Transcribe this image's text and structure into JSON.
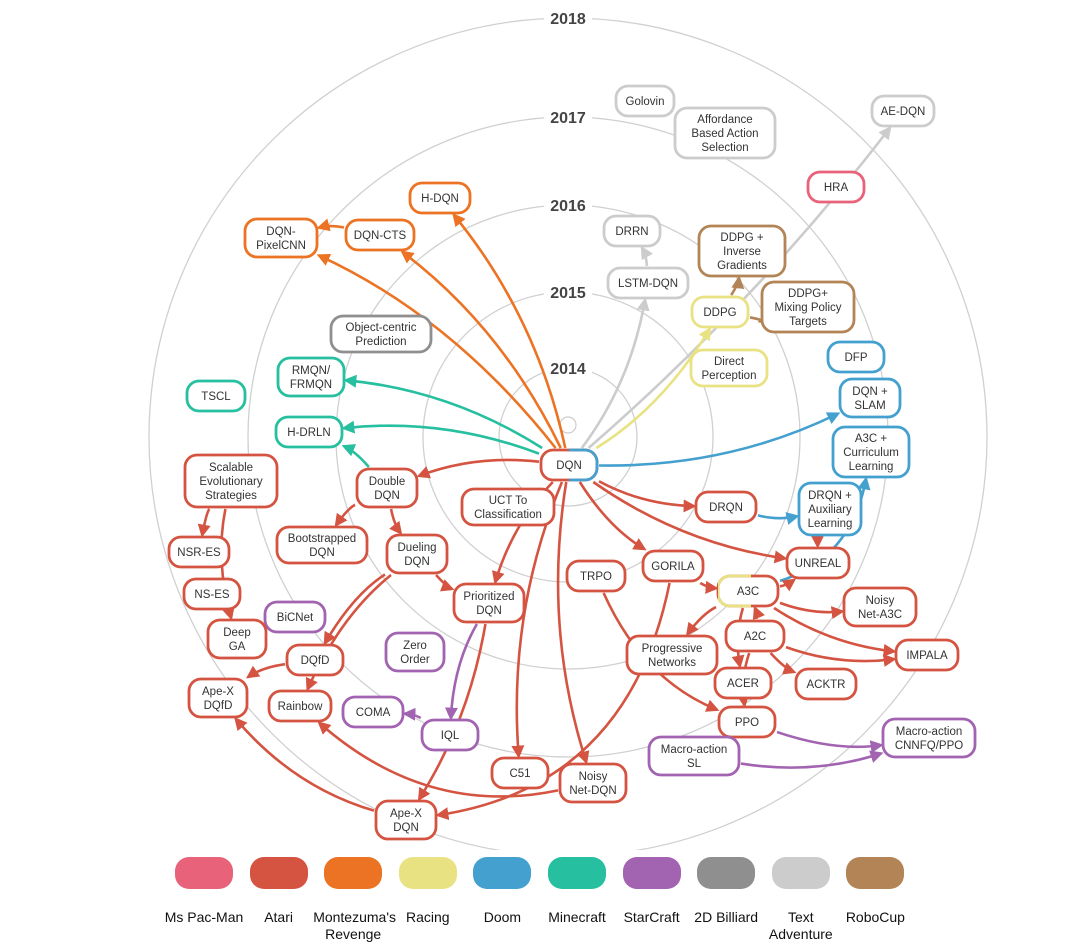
{
  "years": [
    "2014",
    "2015",
    "2016",
    "2017",
    "2018"
  ],
  "legend": [
    {
      "key": "mspacman",
      "label": "Ms Pac-Man",
      "color": "#e8637a"
    },
    {
      "key": "atari",
      "label": "Atari",
      "color": "#d45441"
    },
    {
      "key": "montezuma",
      "label": "Montezuma's Revenge",
      "color": "#ec7323"
    },
    {
      "key": "racing",
      "label": "Racing",
      "color": "#e9e283"
    },
    {
      "key": "doom",
      "label": "Doom",
      "color": "#44a0cf"
    },
    {
      "key": "minecraft",
      "label": "Minecraft",
      "color": "#26bf9f"
    },
    {
      "key": "starcraft",
      "label": "StarCraft",
      "color": "#a263b1"
    },
    {
      "key": "billiard",
      "label": "2D Billiard",
      "color": "#8f8f8f"
    },
    {
      "key": "text",
      "label": "Text Adventure",
      "color": "#cccccc"
    },
    {
      "key": "robocup",
      "label": "RoboCup",
      "color": "#b38456"
    }
  ],
  "nodes": [
    {
      "id": "golovin",
      "label": "Golovin",
      "cat": "text"
    },
    {
      "id": "affordance",
      "label": "Affordance|Based Action|Selection",
      "cat": "text"
    },
    {
      "id": "aedqn",
      "label": "AE-DQN",
      "cat": "text"
    },
    {
      "id": "hra",
      "label": "HRA",
      "cat": "mspacman"
    },
    {
      "id": "hdqn",
      "label": "H-DQN",
      "cat": "montezuma"
    },
    {
      "id": "dqncts",
      "label": "DQN-CTS",
      "cat": "montezuma"
    },
    {
      "id": "dqnpixel",
      "label": "DQN-|PixelCNN",
      "cat": "montezuma"
    },
    {
      "id": "drrn",
      "label": "DRRN",
      "cat": "text"
    },
    {
      "id": "lstmdqn",
      "label": "LSTM-DQN",
      "cat": "text"
    },
    {
      "id": "ddpginv",
      "label": "DDPG +|Inverse|Gradients",
      "cat": "robocup"
    },
    {
      "id": "ddpg",
      "label": "DDPG",
      "cat": "racing"
    },
    {
      "id": "ddpgmix",
      "label": "DDPG+|Mixing Policy|Targets",
      "cat": "robocup"
    },
    {
      "id": "objcentric",
      "label": "Object-centric|Prediction",
      "cat": "billiard"
    },
    {
      "id": "rmqn",
      "label": "RMQN/|FRMQN",
      "cat": "minecraft"
    },
    {
      "id": "direct",
      "label": "Direct|Perception",
      "cat": "racing"
    },
    {
      "id": "dfp",
      "label": "DFP",
      "cat": "doom"
    },
    {
      "id": "dqnslam",
      "label": "DQN +|SLAM",
      "cat": "doom"
    },
    {
      "id": "tscl",
      "label": "TSCL",
      "cat": "minecraft"
    },
    {
      "id": "hdrln",
      "label": "H-DRLN",
      "cat": "minecraft"
    },
    {
      "id": "a3ccurr",
      "label": "A3C +|Curriculum|Learning",
      "cat": "doom"
    },
    {
      "id": "dqn",
      "label": "DQN",
      "cat": "atari",
      "cat2": "doom"
    },
    {
      "id": "scalable",
      "label": "Scalable|Evolutionary|Strategies",
      "cat": "atari"
    },
    {
      "id": "doubledqn",
      "label": "Double|DQN",
      "cat": "atari"
    },
    {
      "id": "uct",
      "label": "UCT To|Classification",
      "cat": "atari"
    },
    {
      "id": "drqn",
      "label": "DRQN",
      "cat": "atari"
    },
    {
      "id": "drqnaux",
      "label": "DRQN +|Auxiliary|Learning",
      "cat": "doom"
    },
    {
      "id": "bootstrapped",
      "label": "Bootstrapped|DQN",
      "cat": "atari"
    },
    {
      "id": "dueling",
      "label": "Dueling|DQN",
      "cat": "atari"
    },
    {
      "id": "nsres",
      "label": "NSR-ES",
      "cat": "atari"
    },
    {
      "id": "gorila",
      "label": "GORILA",
      "cat": "atari"
    },
    {
      "id": "unreal",
      "label": "UNREAL",
      "cat": "atari"
    },
    {
      "id": "trpo",
      "label": "TRPO",
      "cat": "atari"
    },
    {
      "id": "a3c",
      "label": "A3C",
      "cat": "atari",
      "cat2": "racing"
    },
    {
      "id": "nses",
      "label": "NS-ES",
      "cat": "atari"
    },
    {
      "id": "prioritized",
      "label": "Prioritized|DQN",
      "cat": "atari"
    },
    {
      "id": "noisya3c",
      "label": "Noisy|Net-A3C",
      "cat": "atari"
    },
    {
      "id": "bicnet",
      "label": "BiCNet",
      "cat": "starcraft"
    },
    {
      "id": "deepga",
      "label": "Deep|GA",
      "cat": "atari"
    },
    {
      "id": "a2c",
      "label": "A2C",
      "cat": "atari"
    },
    {
      "id": "zero",
      "label": "Zero|Order",
      "cat": "starcraft"
    },
    {
      "id": "progressive",
      "label": "Progressive|Networks",
      "cat": "atari"
    },
    {
      "id": "impala",
      "label": "IMPALA",
      "cat": "atari"
    },
    {
      "id": "dqfd",
      "label": "DQfD",
      "cat": "atari"
    },
    {
      "id": "acer",
      "label": "ACER",
      "cat": "atari"
    },
    {
      "id": "acktr",
      "label": "ACKTR",
      "cat": "atari"
    },
    {
      "id": "apexdqfd",
      "label": "Ape-X|DQfD",
      "cat": "atari"
    },
    {
      "id": "rainbow",
      "label": "Rainbow",
      "cat": "atari"
    },
    {
      "id": "coma",
      "label": "COMA",
      "cat": "starcraft"
    },
    {
      "id": "ppo",
      "label": "PPO",
      "cat": "atari"
    },
    {
      "id": "macrocnn",
      "label": "Macro-action|CNNFQ/PPO",
      "cat": "starcraft"
    },
    {
      "id": "iql",
      "label": "IQL",
      "cat": "starcraft"
    },
    {
      "id": "macrosl",
      "label": "Macro-action|SL",
      "cat": "starcraft"
    },
    {
      "id": "c51",
      "label": "C51",
      "cat": "atari"
    },
    {
      "id": "noisydqn",
      "label": "Noisy|Net-DQN",
      "cat": "atari"
    },
    {
      "id": "apexdqn",
      "label": "Ape-X|DQN",
      "cat": "atari"
    }
  ],
  "edges": [
    [
      "dqn",
      "hdqn",
      "montezuma"
    ],
    [
      "dqn",
      "dqncts",
      "montezuma"
    ],
    [
      "dqn",
      "dqnpixel",
      "montezuma"
    ],
    [
      "dqncts",
      "dqnpixel",
      "montezuma"
    ],
    [
      "dqn",
      "lstmdqn",
      "text"
    ],
    [
      "lstmdqn",
      "drrn",
      "text"
    ],
    [
      "dqn",
      "aedqn",
      "text"
    ],
    [
      "dqn",
      "ddpg",
      "racing"
    ],
    [
      "ddpg",
      "ddpginv",
      "robocup"
    ],
    [
      "ddpg",
      "ddpgmix",
      "robocup"
    ],
    [
      "dqn",
      "rmqn",
      "minecraft"
    ],
    [
      "dqn",
      "hdrln",
      "minecraft"
    ],
    [
      "doubledqn",
      "hdrln",
      "minecraft"
    ],
    [
      "dqn",
      "dqnslam",
      "doom"
    ],
    [
      "drqn",
      "drqnaux",
      "doom"
    ],
    [
      "a3c",
      "a3ccurr",
      "doom"
    ],
    [
      "dqn",
      "doubledqn",
      "atari"
    ],
    [
      "dqn",
      "drqn",
      "atari"
    ],
    [
      "dqn",
      "unreal",
      "atari"
    ],
    [
      "dqn",
      "gorila",
      "atari"
    ],
    [
      "dqn",
      "prioritized",
      "atari"
    ],
    [
      "dqn",
      "c51",
      "atari"
    ],
    [
      "dqn",
      "noisydqn",
      "atari"
    ],
    [
      "drqnaux",
      "unreal",
      "atari"
    ],
    [
      "gorila",
      "a3c",
      "atari"
    ],
    [
      "a3c",
      "unreal",
      "atari"
    ],
    [
      "a3c",
      "noisya3c",
      "atari"
    ],
    [
      "a3c",
      "impala",
      "atari"
    ],
    [
      "a2c",
      "impala",
      "atari"
    ],
    [
      "a2c",
      "a3c",
      "atari"
    ],
    [
      "a3c",
      "progressive",
      "atari"
    ],
    [
      "a3c",
      "acer",
      "atari"
    ],
    [
      "a2c",
      "acktr",
      "atari"
    ],
    [
      "a2c",
      "ppo",
      "atari"
    ],
    [
      "trpo",
      "ppo",
      "atari"
    ],
    [
      "ppo",
      "macrocnn",
      "starcraft"
    ],
    [
      "macrosl",
      "macrocnn",
      "starcraft"
    ],
    [
      "doubledqn",
      "bootstrapped",
      "atari"
    ],
    [
      "doubledqn",
      "dueling",
      "atari"
    ],
    [
      "dueling",
      "prioritized",
      "atari"
    ],
    [
      "dueling",
      "dqfd",
      "atari"
    ],
    [
      "dueling",
      "rainbow",
      "atari"
    ],
    [
      "dqfd",
      "apexdqfd",
      "atari"
    ],
    [
      "scalable",
      "nsres",
      "atari"
    ],
    [
      "scalable",
      "deepga",
      "atari"
    ],
    [
      "prioritized",
      "iql",
      "starcraft"
    ],
    [
      "iql",
      "coma",
      "starcraft"
    ],
    [
      "prioritized",
      "apexdqn",
      "atari"
    ],
    [
      "noisydqn",
      "rainbow",
      "atari"
    ],
    [
      "gorila",
      "apexdqn",
      "atari"
    ],
    [
      "apexdqn",
      "apexdqfd",
      "atari"
    ]
  ]
}
